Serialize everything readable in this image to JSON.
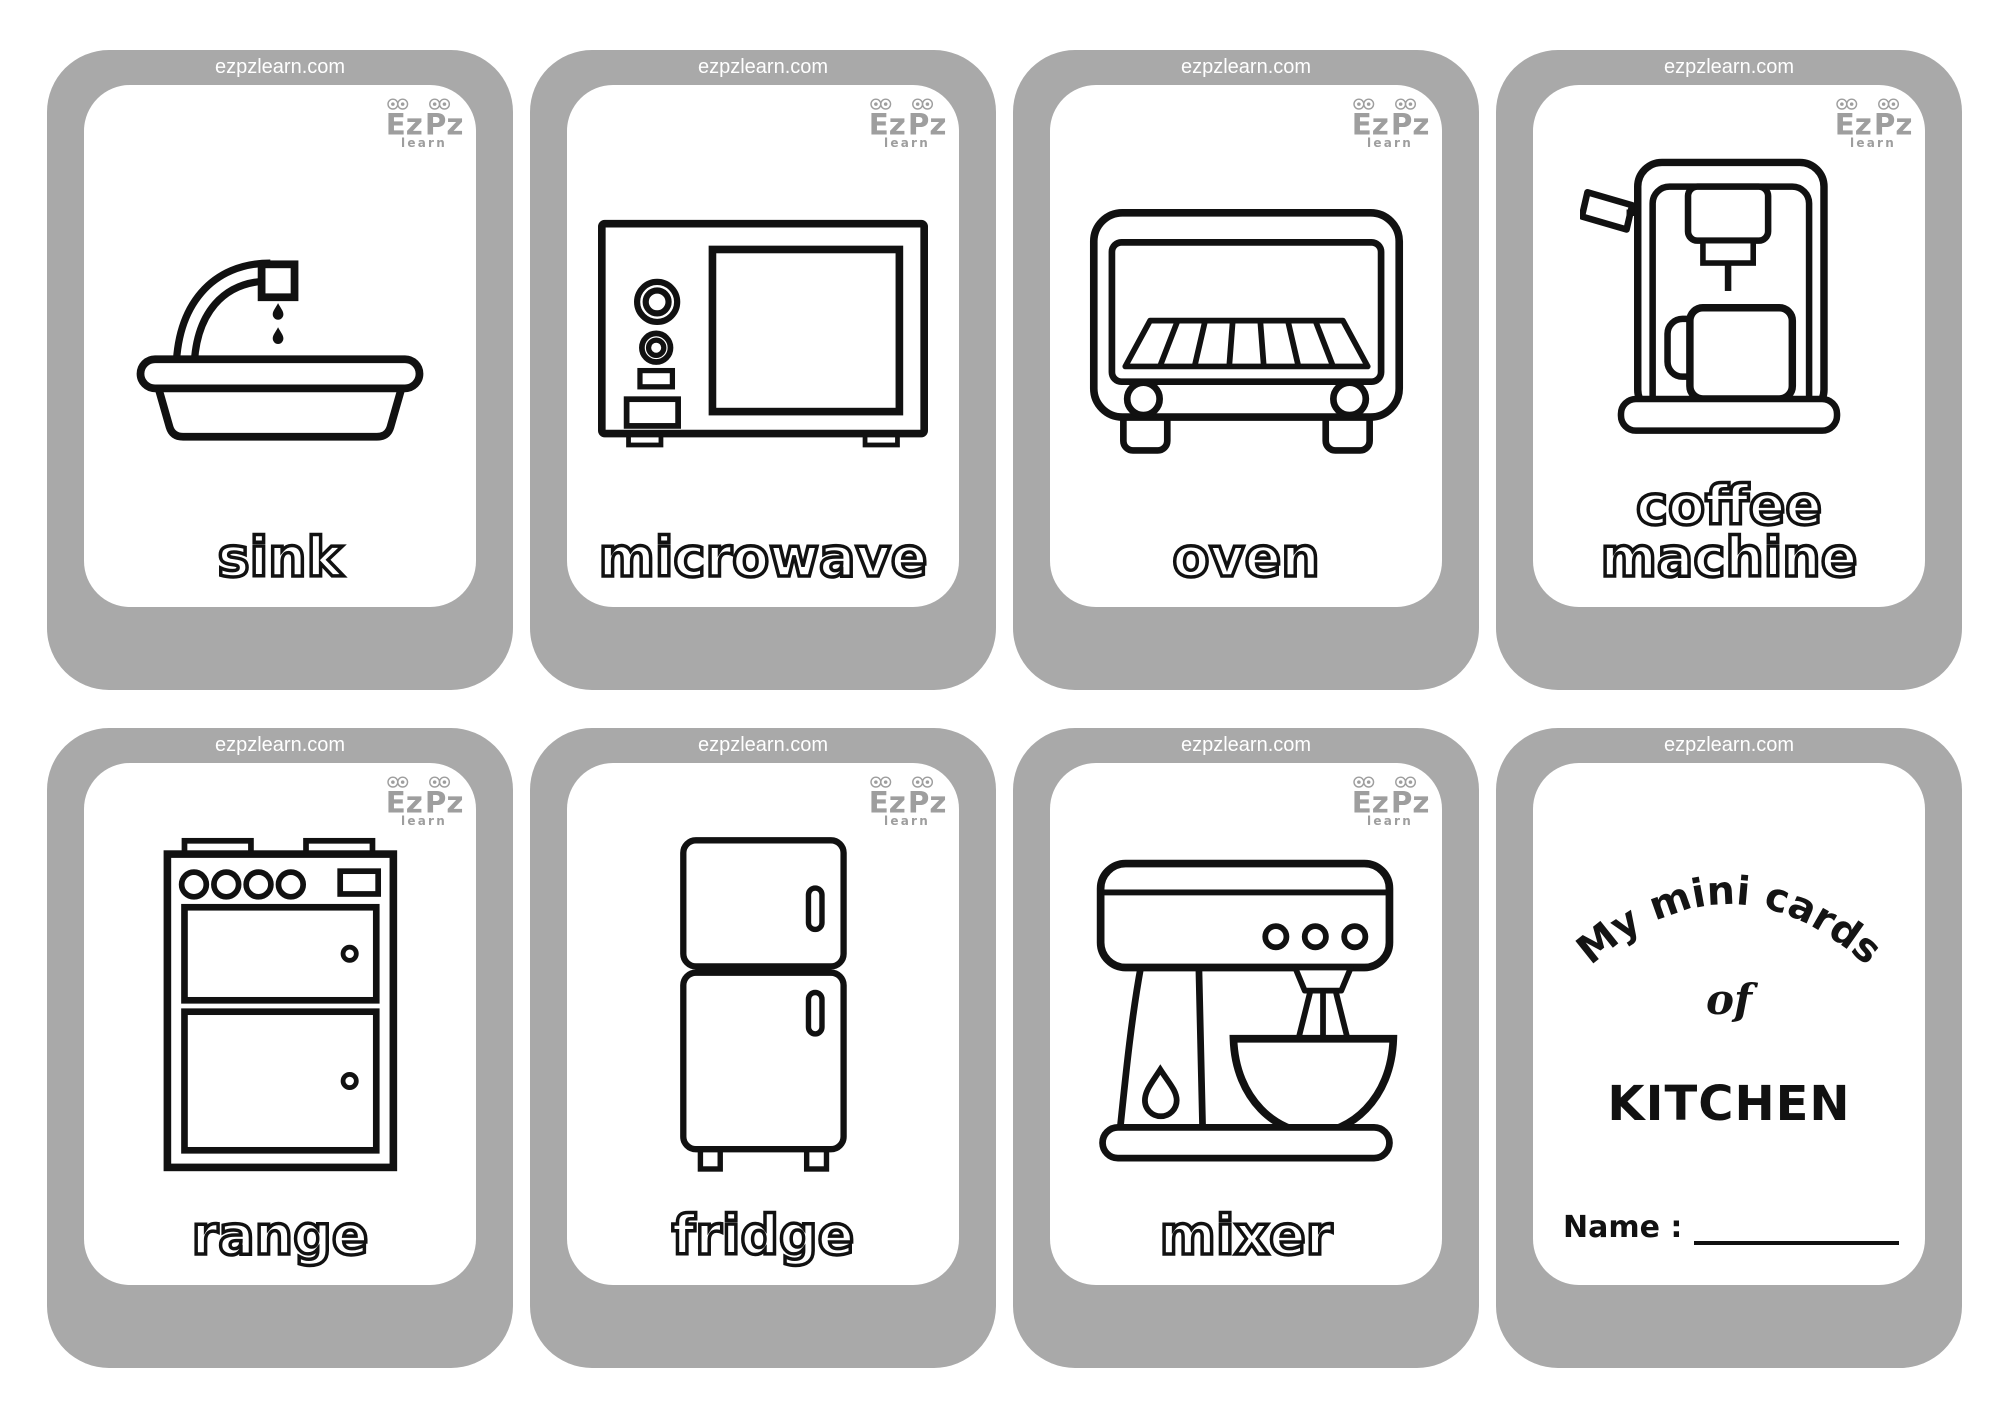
{
  "branding": {
    "site": "ezpzlearn.com",
    "logo_ez": "Ez",
    "logo_pz": "Pz",
    "logo_learn": "learn"
  },
  "colors": {
    "frame_gray": "#a9a9a9",
    "logo_gray": "#9e9e9e",
    "ink": "#111111",
    "card_white": "#ffffff"
  },
  "cards": [
    {
      "label": "sink"
    },
    {
      "label": "microwave"
    },
    {
      "label": "oven"
    },
    {
      "label": "coffee machine"
    },
    {
      "label": "range"
    },
    {
      "label": "fridge"
    },
    {
      "label": "mixer"
    }
  ],
  "title_card": {
    "arch": "My mini cards",
    "of": "of",
    "subject": "KITCHEN",
    "name_label": "Name :"
  }
}
